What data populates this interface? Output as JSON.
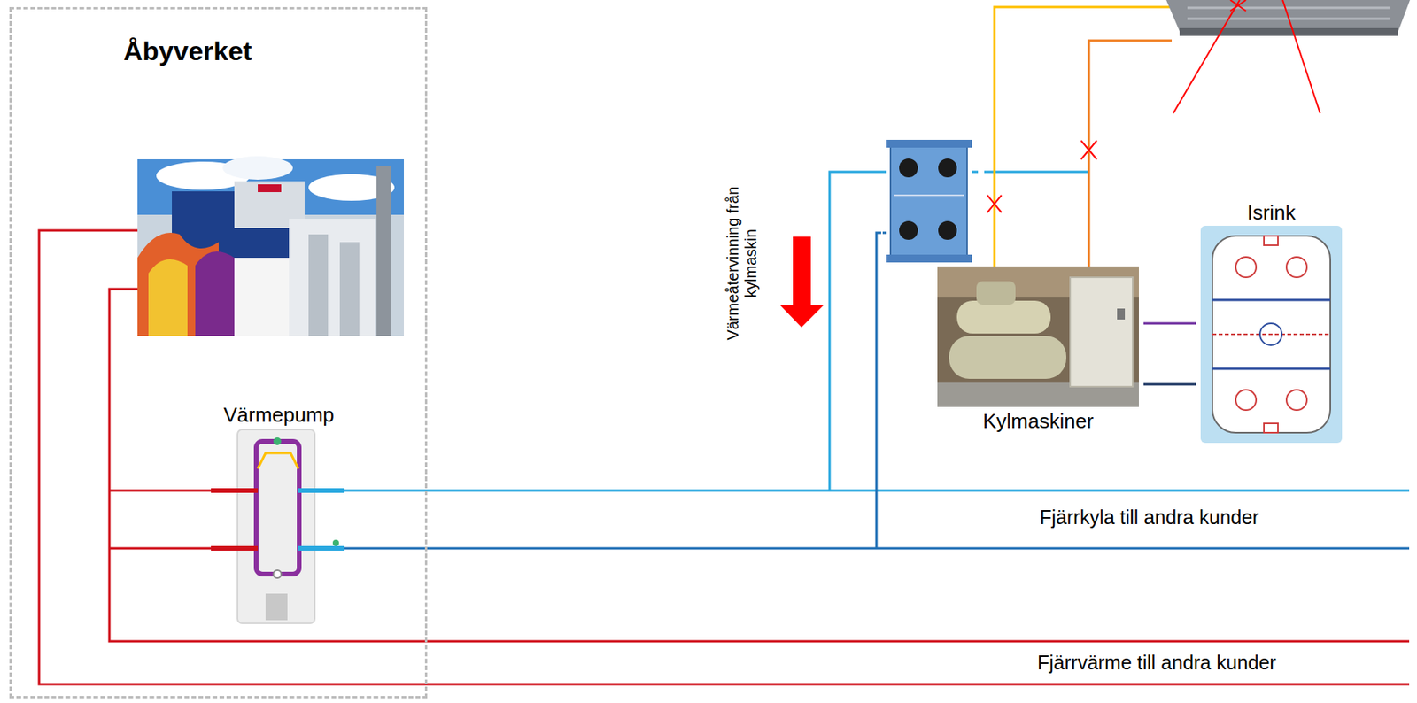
{
  "diagram": {
    "nodes": [
      {
        "text": [
          "Åbyverket"
        ]
      },
      {
        "text": [
          "Värmepump"
        ],
        "in": 0
      },
      {
        "text": [
          "Kylmaskiner"
        ]
      },
      {
        "text": [
          "Isrink"
        ]
      }
    ],
    "edges": [
      {
        "from": 2,
        "to": 3,
        "arrow": "none"
      },
      {
        "from": 2,
        "to": 3,
        "arrow": "none"
      }
    ],
    "labels": [
      "Värmeåtervinning från kylmaskin",
      "Fjärrkyla till andra kunder",
      "Fjärrvärme till andra kunder"
    ]
  }
}
